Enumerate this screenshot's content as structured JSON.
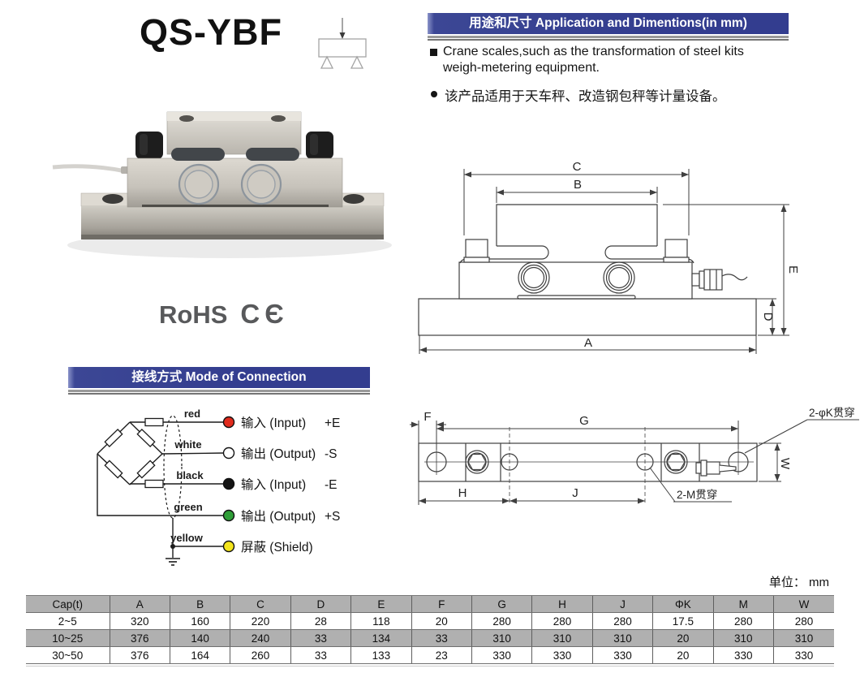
{
  "title": "QS-YBF",
  "certifications": {
    "rohs": "RoHS",
    "ce": "CЄ"
  },
  "application": {
    "heading": "用途和尺寸 Application and Dimentions(in mm)",
    "bullet_square": "Crane scales,such as the transformation of steel kits weigh-metering equipment.",
    "bullet_round": "该产品适用于天车秤、改造钢包秤等计量设备。"
  },
  "connection": {
    "heading": "接线方式 Mode of Connection",
    "wires": [
      {
        "name": "red",
        "label": "输入 (Input)",
        "signal": "+E",
        "hex": "#e12b1d"
      },
      {
        "name": "white",
        "label": "输出 (Output)",
        "signal": "-S",
        "hex": "#ffffff"
      },
      {
        "name": "black",
        "label": "输入 (Input)",
        "signal": "-E",
        "hex": "#141414"
      },
      {
        "name": "green",
        "label": "输出 (Output)",
        "signal": "+S",
        "hex": "#2f9e38"
      },
      {
        "name": "yellow",
        "label": "屏蔽 (Shield)",
        "signal": "",
        "hex": "#f4e51c"
      }
    ]
  },
  "dims": {
    "A": "A",
    "B": "B",
    "C": "C",
    "D": "D",
    "E": "E",
    "F": "F",
    "G": "G",
    "H": "H",
    "J": "J",
    "W": "W"
  },
  "callouts": {
    "k_through": "2-φK贯穿",
    "m_through": "2-M贯穿"
  },
  "unit_note": "单位： mm",
  "table": {
    "headers": [
      "Cap(t)",
      "A",
      "B",
      "C",
      "D",
      "E",
      "F",
      "G",
      "H",
      "J",
      "ΦK",
      "M",
      "W"
    ],
    "rows": [
      [
        "2~5",
        "320",
        "160",
        "220",
        "28",
        "118",
        "20",
        "280",
        "280",
        "280",
        "17.5",
        "280",
        "280"
      ],
      [
        "10~25",
        "376",
        "140",
        "240",
        "33",
        "134",
        "33",
        "310",
        "310",
        "310",
        "20",
        "310",
        "310"
      ],
      [
        "30~50",
        "376",
        "164",
        "260",
        "33",
        "133",
        "23",
        "330",
        "330",
        "330",
        "20",
        "330",
        "330"
      ]
    ]
  },
  "colors": {
    "header_bar": "#333d8f",
    "table_gray": "#b0b0b0",
    "line": "#3f3f3f"
  }
}
